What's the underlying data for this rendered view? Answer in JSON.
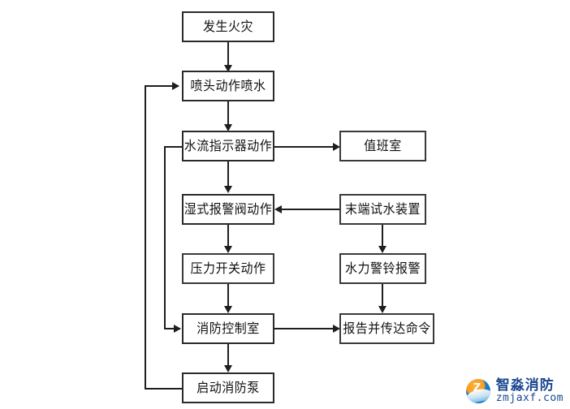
{
  "diagram": {
    "title": "",
    "type": "flowchart",
    "orientation": "top-down",
    "colors": {
      "node_border": "#2a2a2a",
      "node_fill": "#ffffff",
      "connector": "#1e1e1e",
      "background": "#ffffff",
      "watermark_text": "#19468f",
      "watermark_accent": "#f79a1e"
    },
    "nodes": [
      {
        "id": "n1",
        "label": "发生火灾",
        "column": "main",
        "row": 1
      },
      {
        "id": "n2",
        "label": "喷头动作喷水",
        "column": "main",
        "row": 2
      },
      {
        "id": "n3",
        "label": "水流指示器动作",
        "column": "main",
        "row": 3
      },
      {
        "id": "n4",
        "label": "值班室",
        "column": "right",
        "row": 3
      },
      {
        "id": "n5",
        "label": "湿式报警阀动作",
        "column": "main",
        "row": 4
      },
      {
        "id": "n6",
        "label": "末端试水装置",
        "column": "right",
        "row": 4
      },
      {
        "id": "n7",
        "label": "压力开关动作",
        "column": "main",
        "row": 5
      },
      {
        "id": "n8",
        "label": "水力警铃报警",
        "column": "right",
        "row": 5
      },
      {
        "id": "n9",
        "label": "消防控制室",
        "column": "main",
        "row": 6
      },
      {
        "id": "n10",
        "label": "报告并传达命令",
        "column": "right",
        "row": 6
      },
      {
        "id": "n11",
        "label": "启动消防泵",
        "column": "main",
        "row": 7
      }
    ],
    "edges": [
      {
        "from": "n1",
        "to": "n2",
        "direction": "down"
      },
      {
        "from": "n2",
        "to": "n3",
        "direction": "down"
      },
      {
        "from": "n3",
        "to": "n4",
        "direction": "right"
      },
      {
        "from": "n3",
        "to": "n5",
        "direction": "down"
      },
      {
        "from": "n6",
        "to": "n5",
        "direction": "left"
      },
      {
        "from": "n5",
        "to": "n7",
        "direction": "down"
      },
      {
        "from": "n6",
        "to": "n8",
        "direction": "down"
      },
      {
        "from": "n7",
        "to": "n9",
        "direction": "down"
      },
      {
        "from": "n8",
        "to": "n10",
        "direction": "down"
      },
      {
        "from": "n9",
        "to": "n11",
        "direction": "down"
      },
      {
        "from": "n9",
        "to": "n10",
        "direction": "right"
      },
      {
        "from": "n3",
        "to": "n9",
        "direction": "left-loop"
      },
      {
        "from": "n11",
        "to": "n2",
        "direction": "left-loop-outer"
      }
    ]
  },
  "watermark": {
    "brand_cn": "智淼消防",
    "url": "zmjaxf.com",
    "logo_glyph": "Z"
  }
}
